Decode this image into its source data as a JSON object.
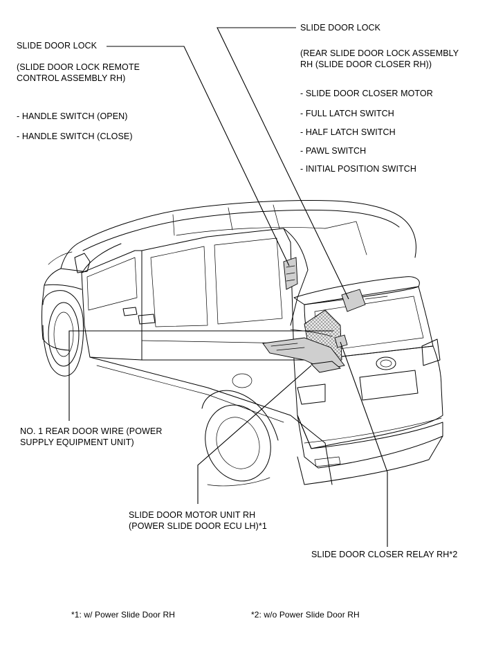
{
  "labels": {
    "lock_rh_title": "SLIDE DOOR LOCK",
    "lock_rh_line1": "(SLIDE DOOR LOCK REMOTE",
    "lock_rh_line2": "CONTROL ASSEMBLY RH)",
    "handle_open": "- HANDLE SWITCH (OPEN)",
    "handle_close": "- HANDLE SWITCH (CLOSE)",
    "lock_rear_title": "SLIDE DOOR LOCK",
    "lock_rear_line1": "(REAR SLIDE DOOR LOCK ASSEMBLY",
    "lock_rear_line2": "RH (SLIDE DOOR CLOSER RH))",
    "closer_motor": "- SLIDE DOOR CLOSER MOTOR",
    "full_latch": "- FULL LATCH SWITCH",
    "half_latch": "- HALF LATCH SWITCH",
    "pawl_switch": "- PAWL SWITCH",
    "initial_position": "- INITIAL POSITION SWITCH",
    "rear_wire_line1": "NO. 1 REAR DOOR WIRE (POWER",
    "rear_wire_line2": "SUPPLY EQUIPMENT UNIT)",
    "motor_unit_line1": "SLIDE DOOR MOTOR UNIT RH",
    "motor_unit_line2": "(POWER SLIDE DOOR ECU LH)*1",
    "closer_relay": "SLIDE DOOR CLOSER RELAY RH*2"
  },
  "footnotes": {
    "note1": "*1: w/ Power Slide Door RH",
    "note2": "*2: w/o Power Slide Door RH"
  }
}
